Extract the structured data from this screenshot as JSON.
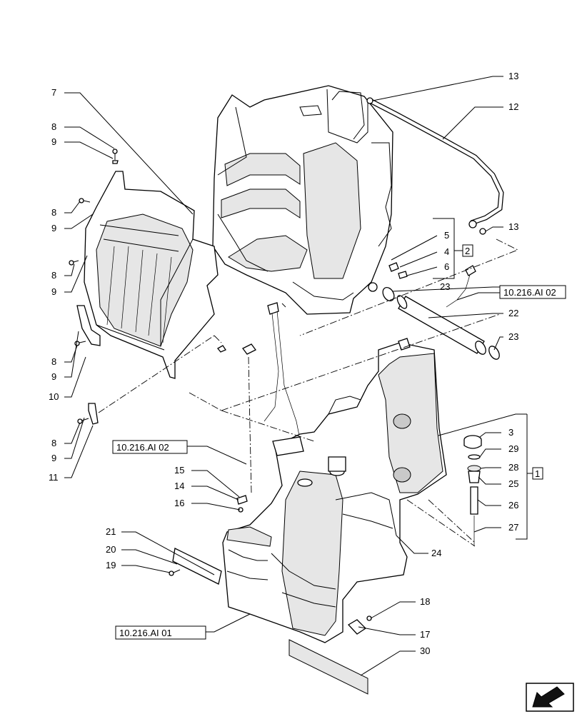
{
  "callouts": {
    "n1": "1",
    "n2": "2",
    "n3": "3",
    "n4": "4",
    "n5": "5",
    "n6": "6",
    "n7": "7",
    "n8a": "8",
    "n8b": "8",
    "n8c": "8",
    "n8d": "8",
    "n8e": "8",
    "n9a": "9",
    "n9b": "9",
    "n9c": "9",
    "n9d": "9",
    "n9e": "9",
    "n10": "10",
    "n11": "11",
    "n12": "12",
    "n13a": "13",
    "n13b": "13",
    "n14": "14",
    "n15": "15",
    "n16": "16",
    "n17": "17",
    "n18": "18",
    "n19": "19",
    "n20": "20",
    "n21": "21",
    "n22": "22",
    "n23a": "23",
    "n23b": "23",
    "n24": "24",
    "n25": "25",
    "n26": "26",
    "n27": "27",
    "n28": "28",
    "n29": "29",
    "n30": "30"
  },
  "references": {
    "ref_right": "10.216.AI 02",
    "ref_left": "10.216.AI  02",
    "ref_bottom": "10.216.AI  01"
  },
  "icons": {
    "nav": "forward-arrow-icon"
  }
}
